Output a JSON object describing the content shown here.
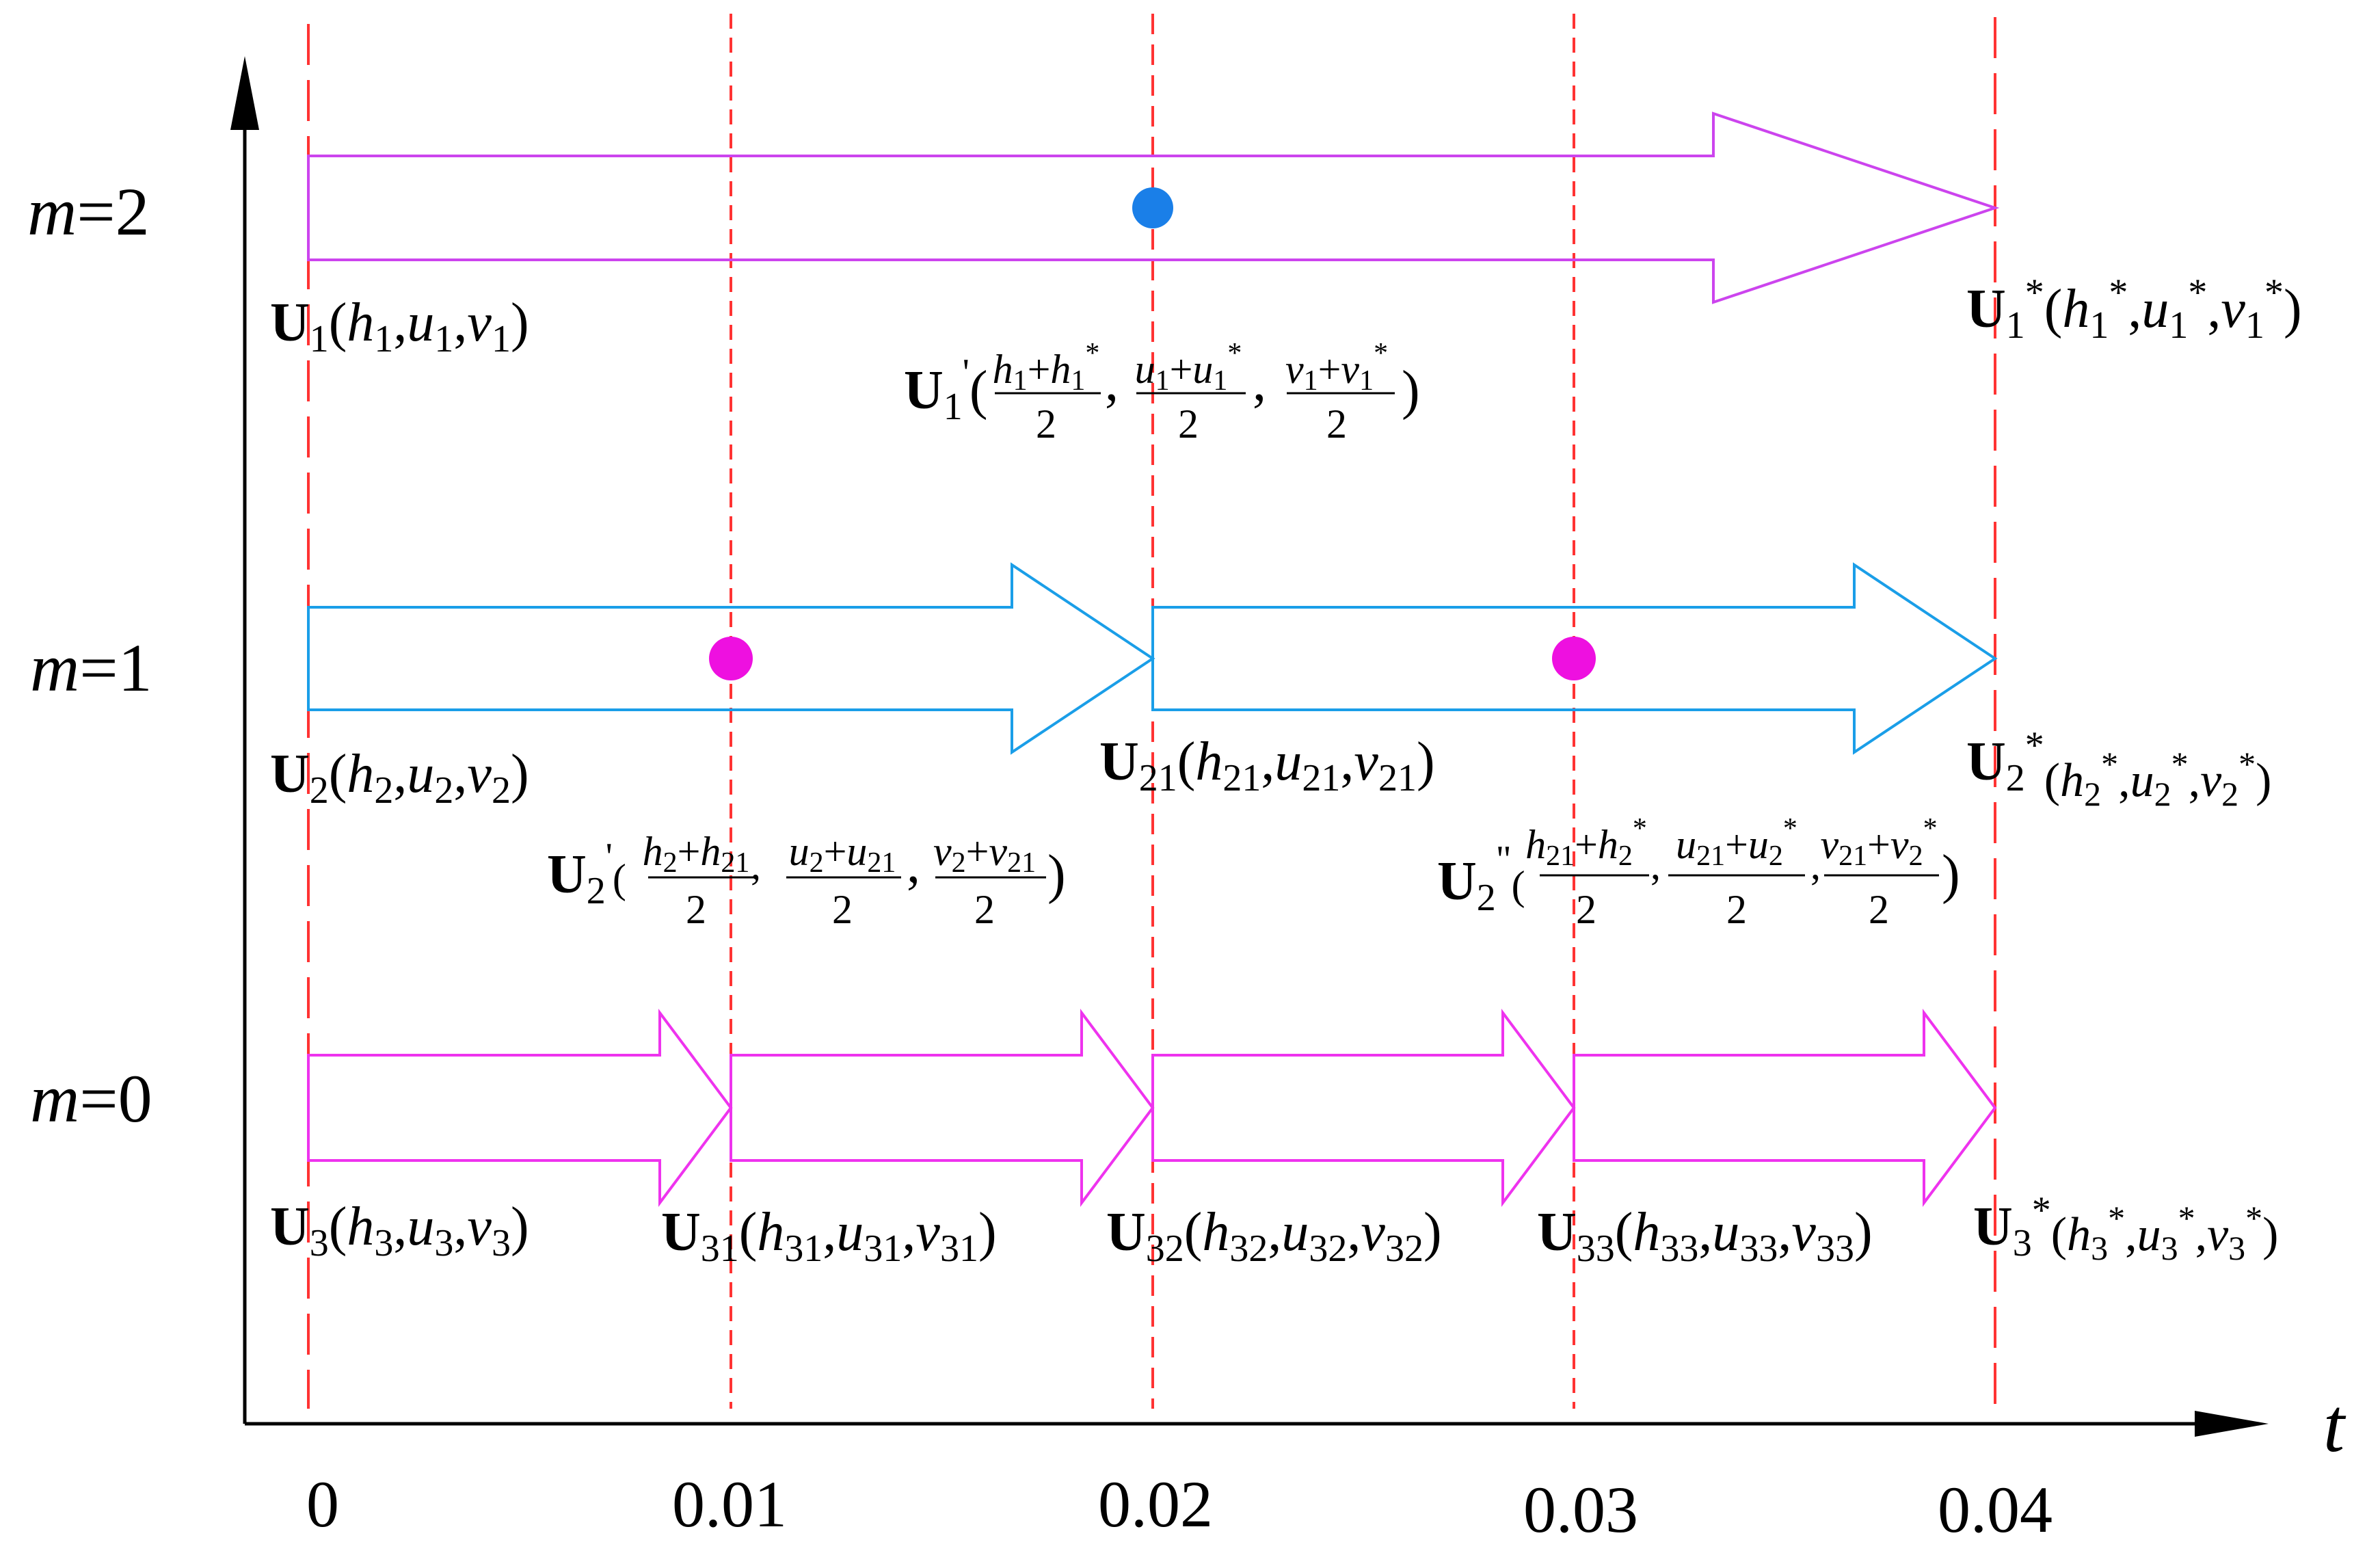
{
  "axes": {
    "x_label": "t",
    "x_ticks": [
      "0",
      "0.01",
      "0.02",
      "0.03",
      "0.04"
    ],
    "row_labels": [
      {
        "m": "m",
        "eq": "=2"
      },
      {
        "m": "m",
        "eq": "=1"
      },
      {
        "m": "m",
        "eq": "=0"
      }
    ]
  },
  "colors": {
    "axis": "#000000",
    "guide_lines": "#ff3333",
    "level2_arrow": "#cc44ee",
    "level1_arrow": "#1a9ee8",
    "level0_arrow": "#ee33ee",
    "midpoint_level2": "#1a7fe8",
    "midpoint_level1": "#ee10e0"
  },
  "arrows": {
    "level2": [
      {
        "from": "0",
        "to": "0.04"
      }
    ],
    "level1": [
      {
        "from": "0",
        "to": "0.02"
      },
      {
        "from": "0.02",
        "to": "0.04"
      }
    ],
    "level0": [
      {
        "from": "0",
        "to": "0.01"
      },
      {
        "from": "0.01",
        "to": "0.02"
      },
      {
        "from": "0.02",
        "to": "0.03"
      },
      {
        "from": "0.03",
        "to": "0.04"
      }
    ]
  },
  "labels": {
    "u1": {
      "U": "U",
      "s": "1",
      "h": "h",
      "hs": "1",
      "u": "u",
      "us": "1",
      "v": "v",
      "vs": "1"
    },
    "u1star": {
      "U": "U",
      "s": "1",
      "st": "*",
      "h": "h",
      "hs": "1",
      "u": "u",
      "us": "1",
      "v": "v",
      "vs": "1"
    },
    "u1p": {
      "U": "U",
      "s": "1",
      "pr": "'",
      "n1": "h",
      "n1s": "1",
      "plus": "+",
      "n2": "h",
      "n2s": "1",
      "n2st": "*",
      "m1": "u",
      "m1s": "1",
      "m2": "u",
      "m2s": "1",
      "m2st": "*",
      "k1": "v",
      "k1s": "1",
      "k2": "v",
      "k2s": "1",
      "k2st": "*",
      "den": "2"
    },
    "u2": {
      "U": "U",
      "s": "2",
      "h": "h",
      "hs": "2",
      "u": "u",
      "us": "2",
      "v": "v",
      "vs": "2"
    },
    "u21": {
      "U": "U",
      "s": "21",
      "h": "h",
      "hs": "21",
      "u": "u",
      "us": "21",
      "v": "v",
      "vs": "21"
    },
    "u2star": {
      "U": "U",
      "s": "2",
      "st": "*",
      "h": "h",
      "hs": "2",
      "u": "u",
      "us": "2",
      "v": "v",
      "vs": "2"
    },
    "u2p": {
      "U": "U",
      "s": "2",
      "pr": "'",
      "a1": "h",
      "a1s": "2",
      "a2": "h",
      "a2s": "21",
      "b1": "u",
      "b1s": "2",
      "b2": "u",
      "b2s": "21",
      "c1": "v",
      "c1s": "2",
      "c2": "v",
      "c2s": "21",
      "den": "2"
    },
    "u2pp": {
      "U": "U",
      "s": "2",
      "pr": "\"",
      "a1": "h",
      "a1s": "21",
      "a2": "h",
      "a2s": "2",
      "b1": "u",
      "b1s": "21",
      "b2": "u",
      "b2s": "2",
      "c1": "v",
      "c1s": "21",
      "c2": "v",
      "c2s": "2",
      "st": "*",
      "den": "2"
    },
    "u3": {
      "U": "U",
      "s": "3",
      "h": "h",
      "hs": "3",
      "u": "u",
      "us": "3",
      "v": "v",
      "vs": "3"
    },
    "u31": {
      "U": "U",
      "s": "31",
      "h": "h",
      "hs": "31",
      "u": "u",
      "us": "31",
      "v": "v",
      "vs": "31"
    },
    "u32": {
      "U": "U",
      "s": "32",
      "h": "h",
      "hs": "32",
      "u": "u",
      "us": "32",
      "v": "v",
      "vs": "32"
    },
    "u33": {
      "U": "U",
      "s": "33",
      "h": "h",
      "hs": "33",
      "u": "u",
      "us": "33",
      "v": "v",
      "vs": "33"
    },
    "u3star": {
      "U": "U",
      "s": "3",
      "st": "*",
      "h": "h",
      "hs": "3",
      "u": "u",
      "us": "3",
      "v": "v",
      "vs": "3"
    },
    "punct": {
      "open": "(",
      "close": ")",
      "comma": ","
    }
  }
}
